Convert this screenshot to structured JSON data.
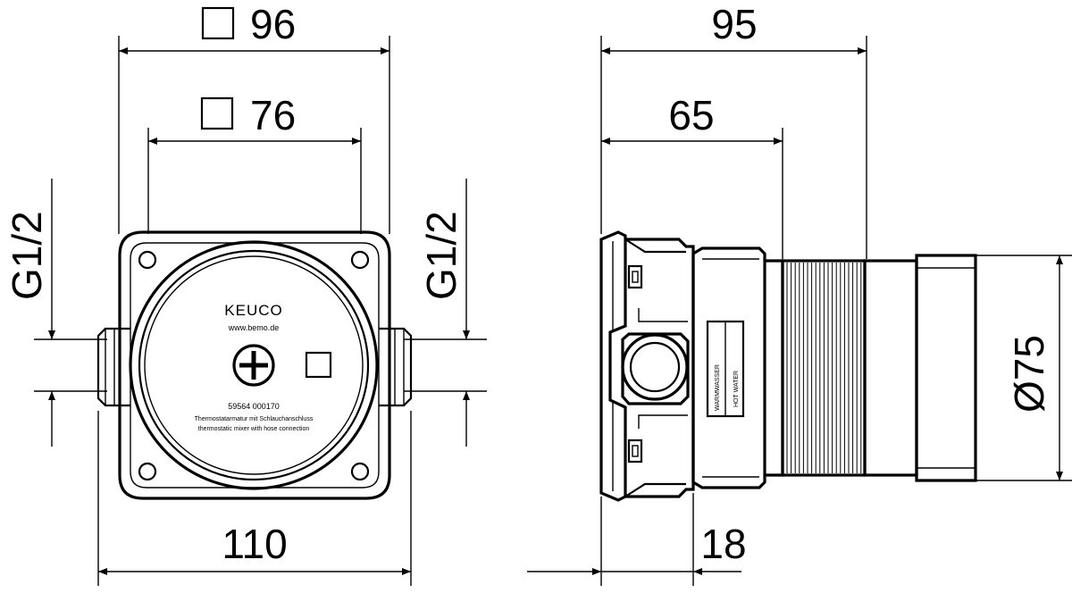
{
  "front_view": {
    "dim_top_outer": "96",
    "dim_top_inner": "76",
    "dim_bottom": "110",
    "thread_left": "G1/2",
    "thread_right": "G1/2",
    "brand": "KEUCO",
    "website": "www.bemo.de",
    "part_number": "59564 000170",
    "description_de": "Thermostatarmatur mit Schlauchanschluss",
    "description_en": "thermostatic mixer with hose connection"
  },
  "side_view": {
    "dim_top_outer": "95",
    "dim_top_inner": "65",
    "dim_bottom": "18",
    "diameter": "Ø75",
    "label_warm": "WARMWASSER",
    "label_hot": "HOT WATER"
  }
}
